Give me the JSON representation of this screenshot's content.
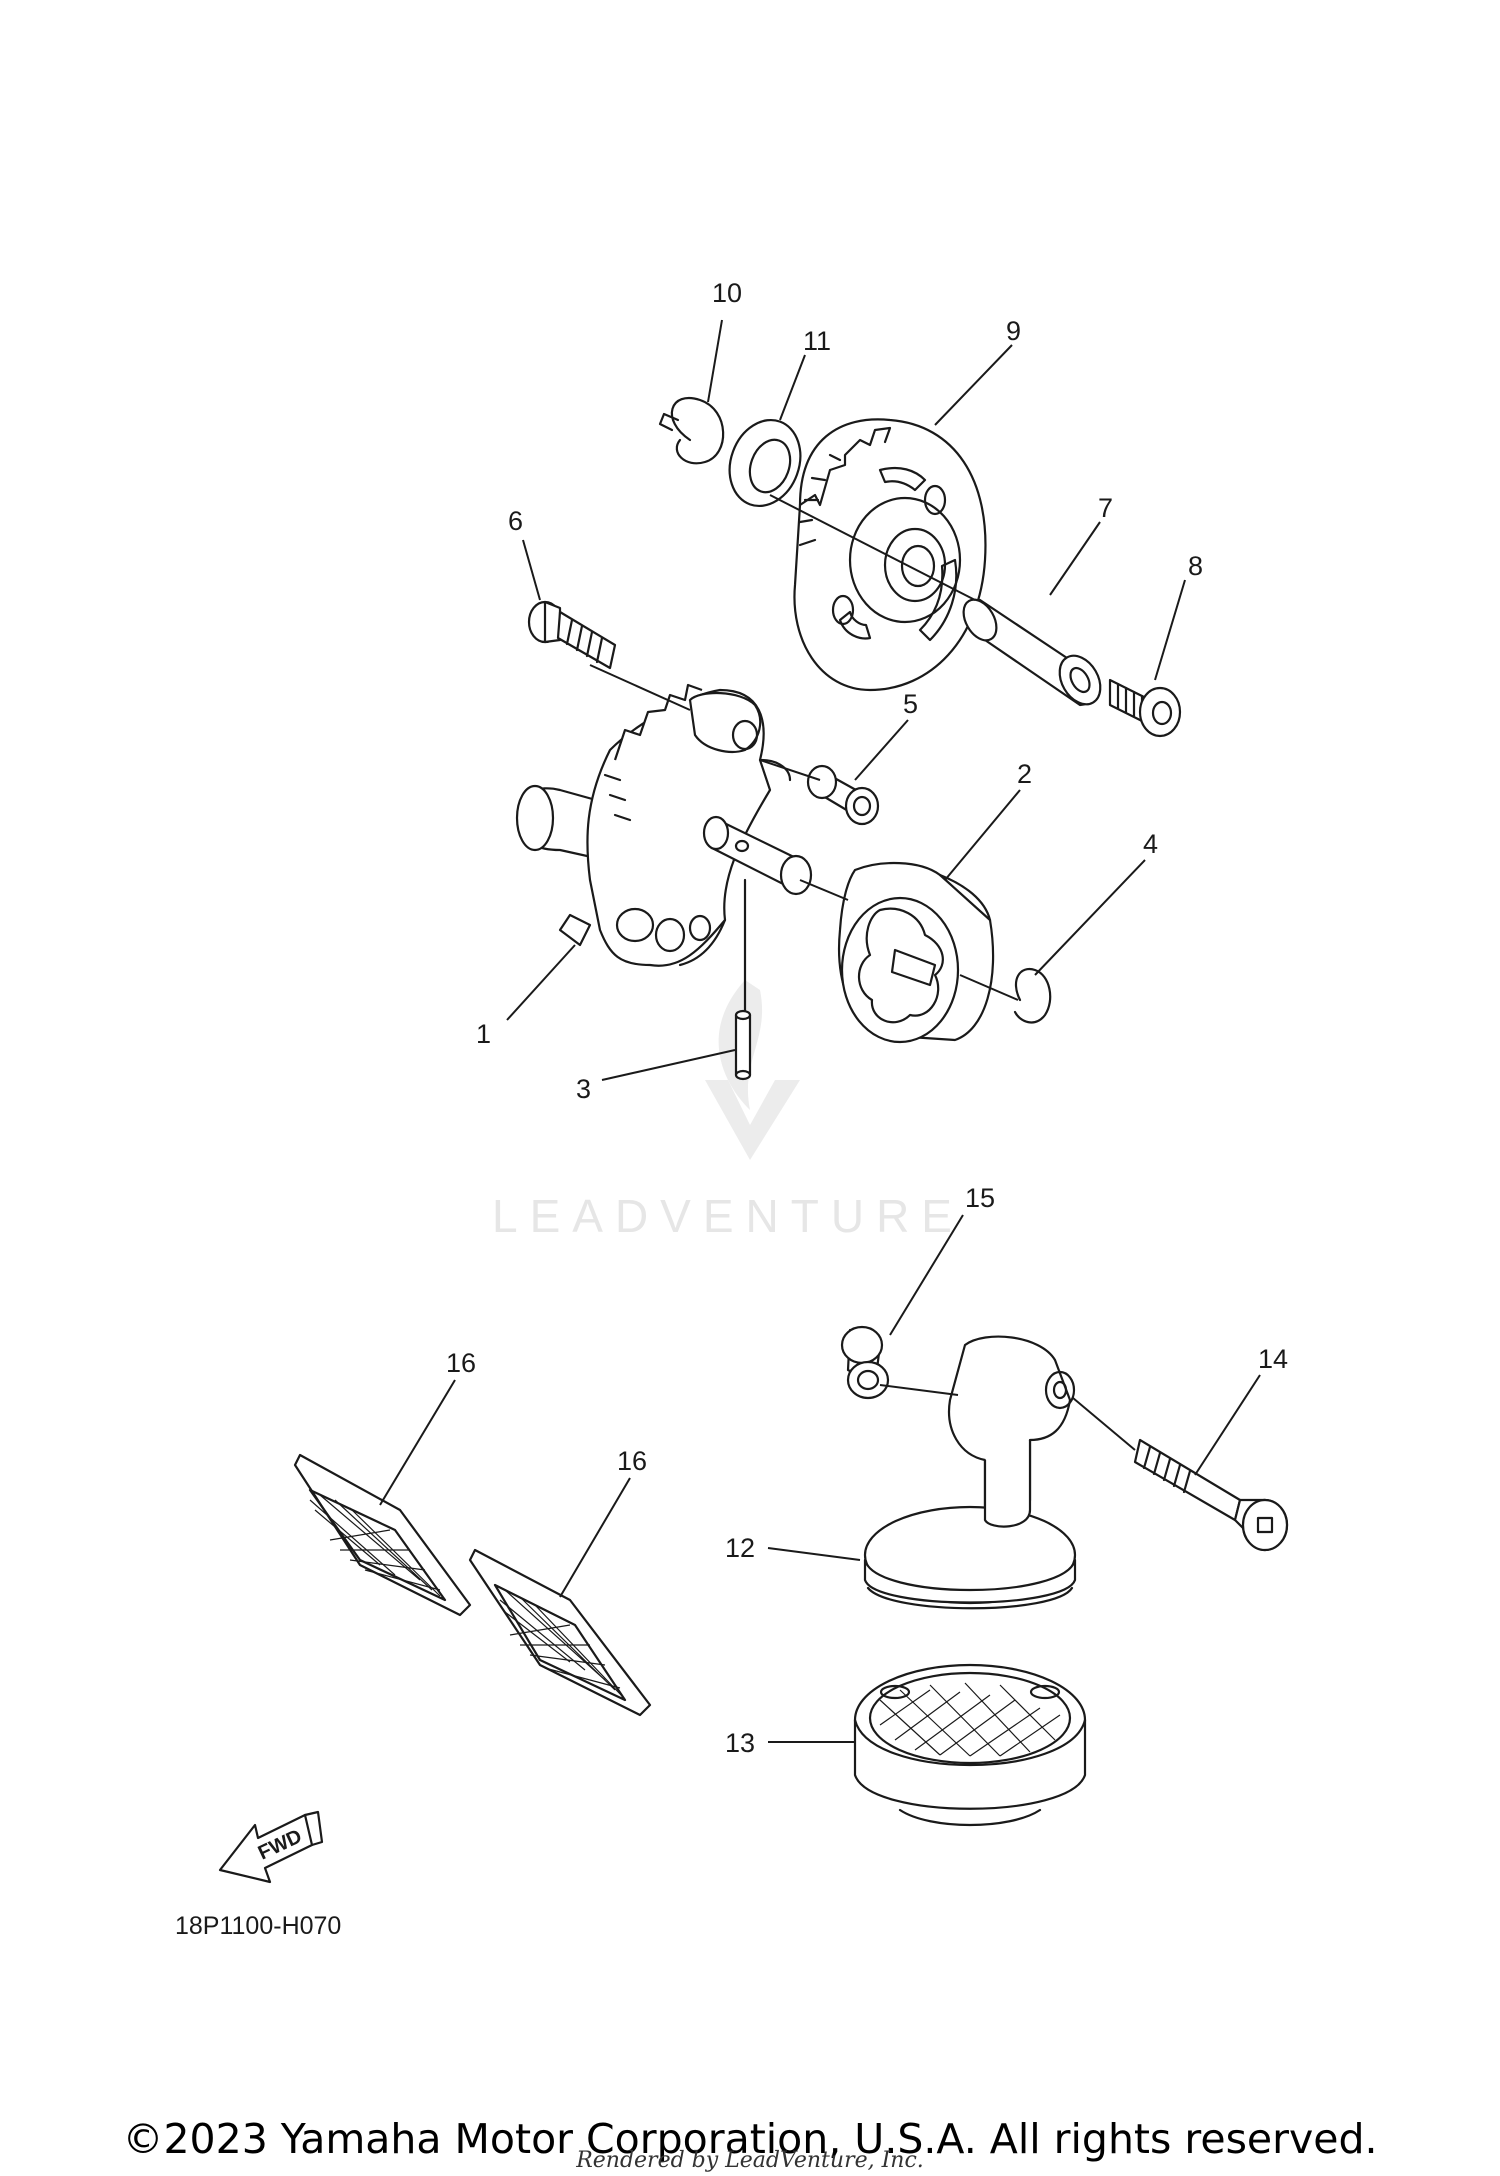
{
  "watermark": {
    "text": "LEADVENTURE"
  },
  "callouts": {
    "c1": "1",
    "c2": "2",
    "c3": "3",
    "c4": "4",
    "c5": "5",
    "c6": "6",
    "c7": "7",
    "c8": "8",
    "c9": "9",
    "c10": "10",
    "c11": "11",
    "c12": "12",
    "c13": "13",
    "c14": "14",
    "c15": "15",
    "c16a": "16",
    "c16b": "16"
  },
  "fwd_arrow": {
    "label": "FWD"
  },
  "diagram_code": "18P1100-H070",
  "footer": {
    "copyright": "©2023 Yamaha Motor Corporation, U.S.A. All rights reserved.",
    "rendered_by": "Rendered by LeadVenture, Inc."
  }
}
